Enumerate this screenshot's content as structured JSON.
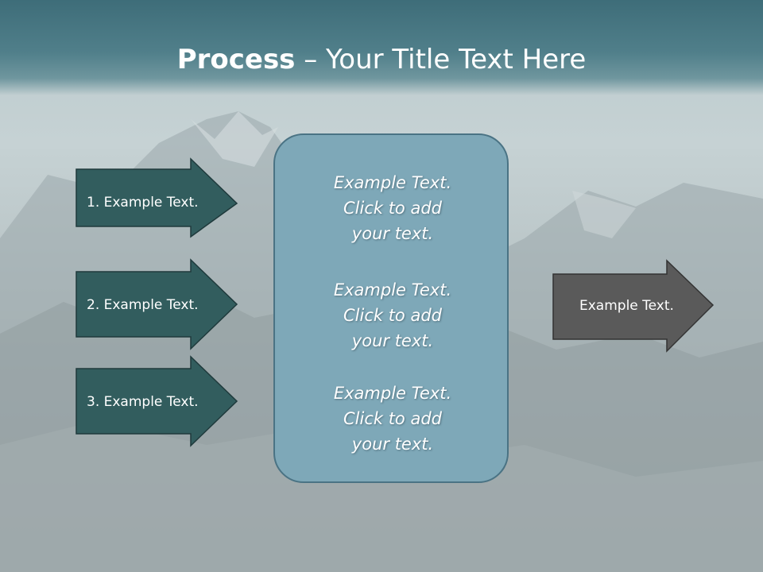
{
  "slide": {
    "title_bold": "Process",
    "title_rest": " – Your Title Text Here"
  },
  "inputs": [
    {
      "label": "1. Example Text."
    },
    {
      "label": "2. Example Text."
    },
    {
      "label": "3. Example Text."
    }
  ],
  "center": {
    "blocks": [
      {
        "line1": "Example Text.",
        "line2": "Click  to add",
        "line3": "your text."
      },
      {
        "line1": "Example Text.",
        "line2": "Click  to add",
        "line3": "your text."
      },
      {
        "line1": "Example Text.",
        "line2": "Click  to add",
        "line3": "your text."
      }
    ]
  },
  "output": {
    "label": "Example Text."
  },
  "colors": {
    "input_arrow_fill": "#325d5e",
    "output_arrow_fill": "#5a5a5a",
    "center_fill": "#7ea8b8",
    "header": "#416f7b"
  }
}
